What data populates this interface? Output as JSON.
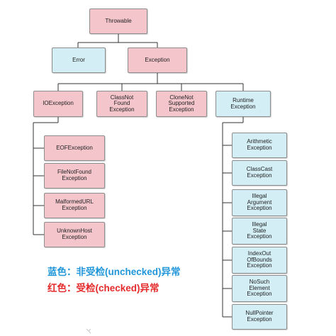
{
  "nodes": {
    "throwable": "Throwable",
    "error": "Error",
    "exception": "Exception",
    "ioexception": "IOException",
    "classnotfound": "ClassNot\nFound\nException",
    "clonenotsupported": "CloneNot\nSupported\nException",
    "runtime": "Runtime\nException",
    "eof": "EOFException",
    "filenotfound": "FileNotFound\nException",
    "malformedurl": "MalformedURL\nException",
    "unknownhost": "UnknownHost\nException",
    "arithmetic": "Arithmetic\nException",
    "classcast": "ClassCast\nException",
    "illegalargument": "Illegal\nArgument\nException",
    "illegalstate": "Illegal\nState\nException",
    "indexoutofbounds": "IndexOut\nOfBounds\nException",
    "nosuchelement": "NoSuch\nElement\nException",
    "nullpointer": "NullPointer\nException"
  },
  "legend": {
    "unchecked": "蓝色：非受检(unchecked)异常",
    "checked": "红色：受检(checked)异常"
  },
  "colors": {
    "checked_fill": "#f4c6cc",
    "unchecked_fill": "#d3eef5",
    "legend_blue": "#2196d9",
    "legend_red": "#e52b2b"
  }
}
